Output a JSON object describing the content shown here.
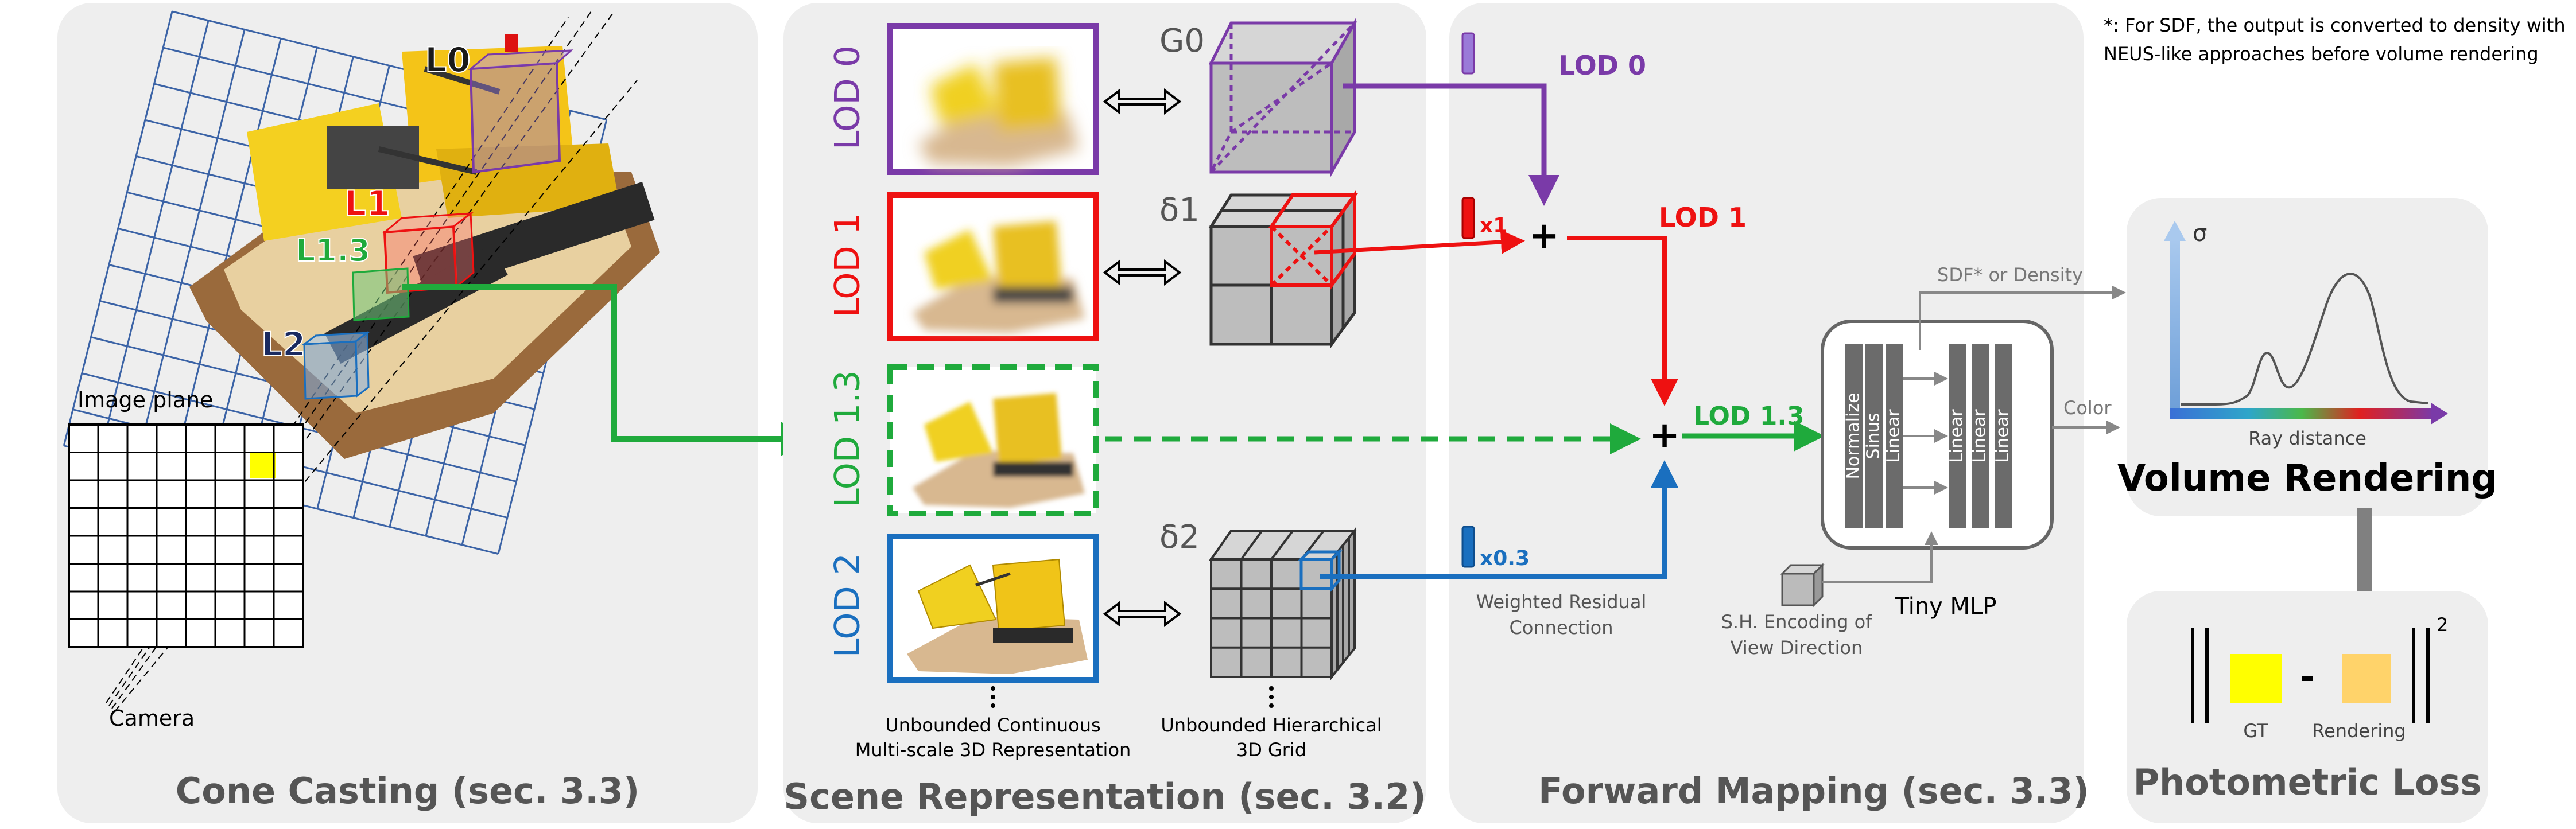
{
  "footnote": {
    "line1": "*: For SDF, the output is converted to density with",
    "line2": "NEUS-like approaches before volume rendering"
  },
  "cone_casting": {
    "title": "Cone Casting (sec. 3.3)",
    "image_plane_label": "Image plane",
    "camera_label": "Camera",
    "lod_labels": [
      "L0",
      "L1",
      "L1.3",
      "L2"
    ]
  },
  "scene_representation": {
    "title": "Scene Representation (sec. 3.2)",
    "lods": [
      {
        "label": "LOD 0",
        "color": "#7a3aa8"
      },
      {
        "label": "LOD 1",
        "color": "#ee1111"
      },
      {
        "label": "LOD 1.3",
        "color": "#1faa3c"
      },
      {
        "label": "LOD 2",
        "color": "#1a6fbf"
      }
    ],
    "grid_labels": [
      "G0",
      "δ1",
      "δ2"
    ],
    "continuous_caption": [
      "Unbounded Continuous",
      "Multi-scale 3D Representation"
    ],
    "grid_caption": [
      "Unbounded Hierarchical",
      "3D Grid"
    ]
  },
  "forward_mapping": {
    "title": "Forward Mapping (sec. 3.3)",
    "lod0": "LOD 0",
    "lod1": "LOD 1",
    "lod13": "LOD 1.3",
    "weight1": "x1",
    "weight2": "x0.3",
    "residual_caption": [
      "Weighted Residual",
      "Connection"
    ],
    "sh_caption": [
      "S.H. Encoding of",
      "View Direction"
    ],
    "mlp_label": "Tiny MLP",
    "mlp_left_layers": [
      "Normalize",
      "Sinus",
      "Linear"
    ],
    "mlp_right_layers": [
      "Linear",
      "Linear",
      "Linear"
    ],
    "sdf_label": "SDF* or Density",
    "color_label": "Color"
  },
  "volume_rendering": {
    "title": "Volume Rendering",
    "sigma": "σ",
    "xlabel": "Ray distance"
  },
  "photometric_loss": {
    "title": "Photometric Loss",
    "gt_label": "GT",
    "rendering_label": "Rendering",
    "exponent": "2",
    "minus": "-"
  },
  "colors": {
    "lod0": "#7a3aa8",
    "lod1": "#ee1111",
    "lod13": "#1faa3c",
    "lod2": "#1a6fbf",
    "panel_bg": "#eeeeee",
    "gt": "#ffff00",
    "rendering": "#ffd36a"
  }
}
